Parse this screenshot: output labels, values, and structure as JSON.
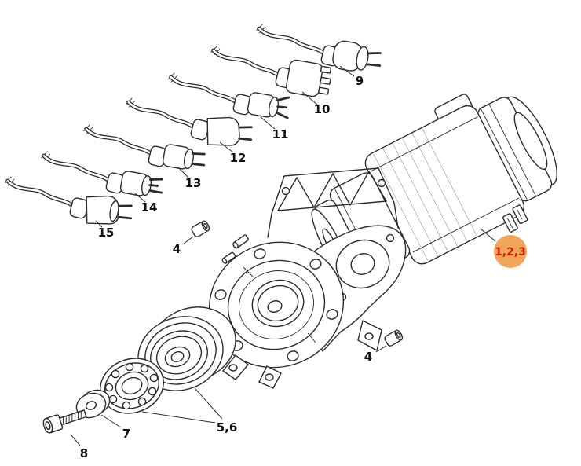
{
  "diagram": {
    "kind": "exploded-parts-diagram",
    "background": "#ffffff",
    "line_color": "#2b2b2b",
    "callouts": {
      "p9": {
        "label": "9"
      },
      "p10": {
        "label": "10"
      },
      "p11": {
        "label": "11"
      },
      "p12": {
        "label": "12"
      },
      "p13": {
        "label": "13"
      },
      "p14": {
        "label": "14"
      },
      "p15": {
        "label": "15"
      },
      "p4a": {
        "label": "4"
      },
      "p4b": {
        "label": "4"
      },
      "p56": {
        "label": "5,6"
      },
      "p7": {
        "label": "7"
      },
      "p8": {
        "label": "8"
      }
    },
    "highlight": {
      "label": "1,2,3",
      "circle_fill": "#f2a558",
      "label_color": "#cc2200"
    }
  }
}
